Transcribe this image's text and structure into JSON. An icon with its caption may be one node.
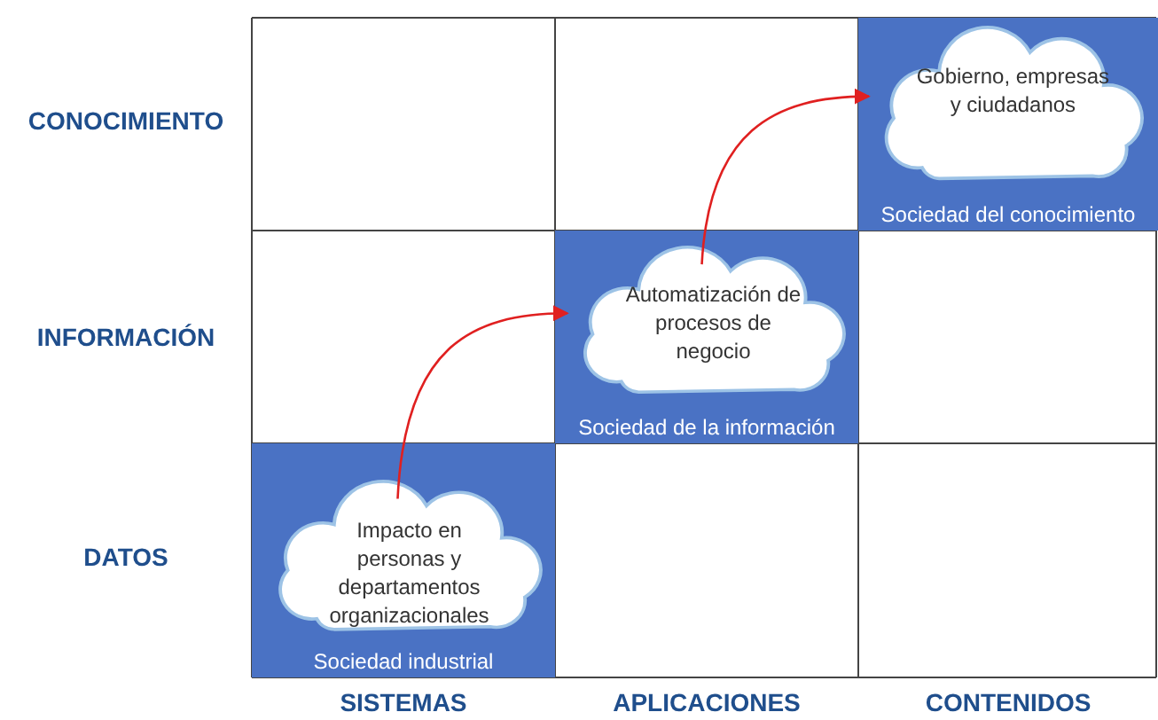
{
  "diagram": {
    "nodes": [
      {
        "text": [
          "Sociedad del conocimiento"
        ]
      },
      {
        "text": [
          "Gobierno, empresas y ciudadanos"
        ],
        "in": 0
      },
      {
        "text": [
          "Sociedad de la información"
        ]
      },
      {
        "text": [
          "Automatización de procesos de negocio"
        ],
        "in": 2
      },
      {
        "text": [
          "Sociedad industrial"
        ]
      },
      {
        "text": [
          "Impacto en personas y departamentos organizacionales"
        ],
        "in": 4
      }
    ],
    "edges": [
      {
        "from": 5,
        "to": 3,
        "arrow": "to"
      },
      {
        "from": 3,
        "to": 1,
        "arrow": "to"
      }
    ],
    "labels": [
      "CONOCIMIENTO",
      "INFORMACIÓN",
      "DATOS",
      "SISTEMAS",
      "APLICACIONES",
      "CONTENIDOS"
    ]
  }
}
